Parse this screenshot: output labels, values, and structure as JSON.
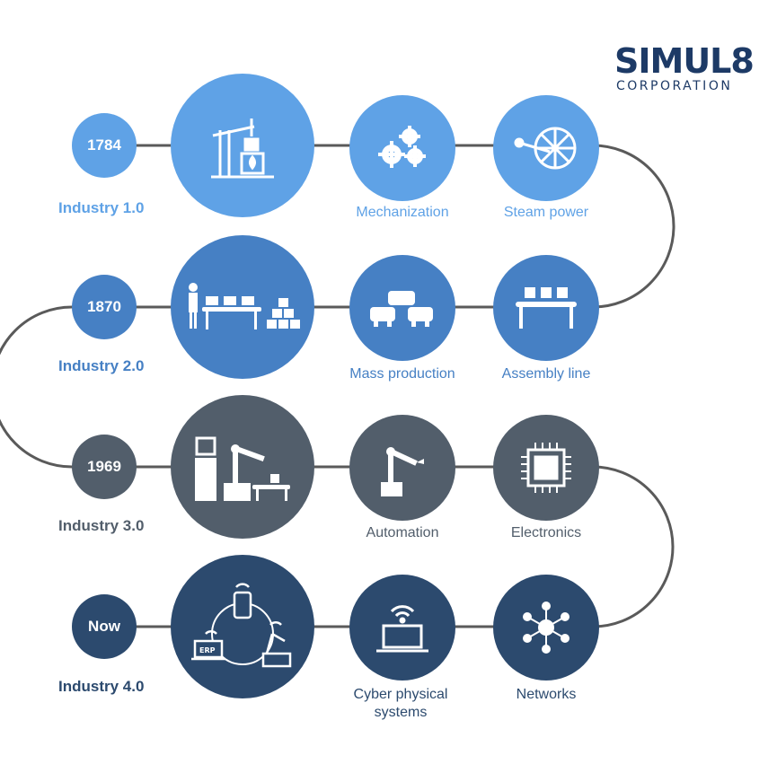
{
  "logo": {
    "name": "SIMUL8",
    "subtitle": "CORPORATION"
  },
  "colors": {
    "row1": "#5fa2e6",
    "row2": "#4680c4",
    "row3": "#525e6b",
    "row4": "#2c4a6e",
    "connector": "#5a5a5a"
  },
  "rows": [
    {
      "year": "1784",
      "stage": "Industry 1.0",
      "items": [
        "Mechanization",
        "Steam power"
      ],
      "main_icon": "oil-pump-icon",
      "item_icons": [
        "gears-icon",
        "steam-wheel-icon"
      ]
    },
    {
      "year": "1870",
      "stage": "Industry 2.0",
      "items": [
        "Mass production",
        "Assembly line"
      ],
      "main_icon": "worker-conveyor-icon",
      "item_icons": [
        "cars-icon",
        "conveyor-belt-icon"
      ]
    },
    {
      "year": "1969",
      "stage": "Industry 3.0",
      "items": [
        "Automation",
        "Electronics"
      ],
      "main_icon": "robot-arm-computer-icon",
      "item_icons": [
        "robot-arm-icon",
        "chip-icon"
      ]
    },
    {
      "year": "Now",
      "stage": "Industry 4.0",
      "items": [
        "Cyber physical",
        "systems",
        "Networks"
      ],
      "main_icon": "connected-factory-icon",
      "item_icons": [
        "wireless-laptop-icon",
        "network-icon"
      ],
      "erp_label": "ERP"
    }
  ]
}
